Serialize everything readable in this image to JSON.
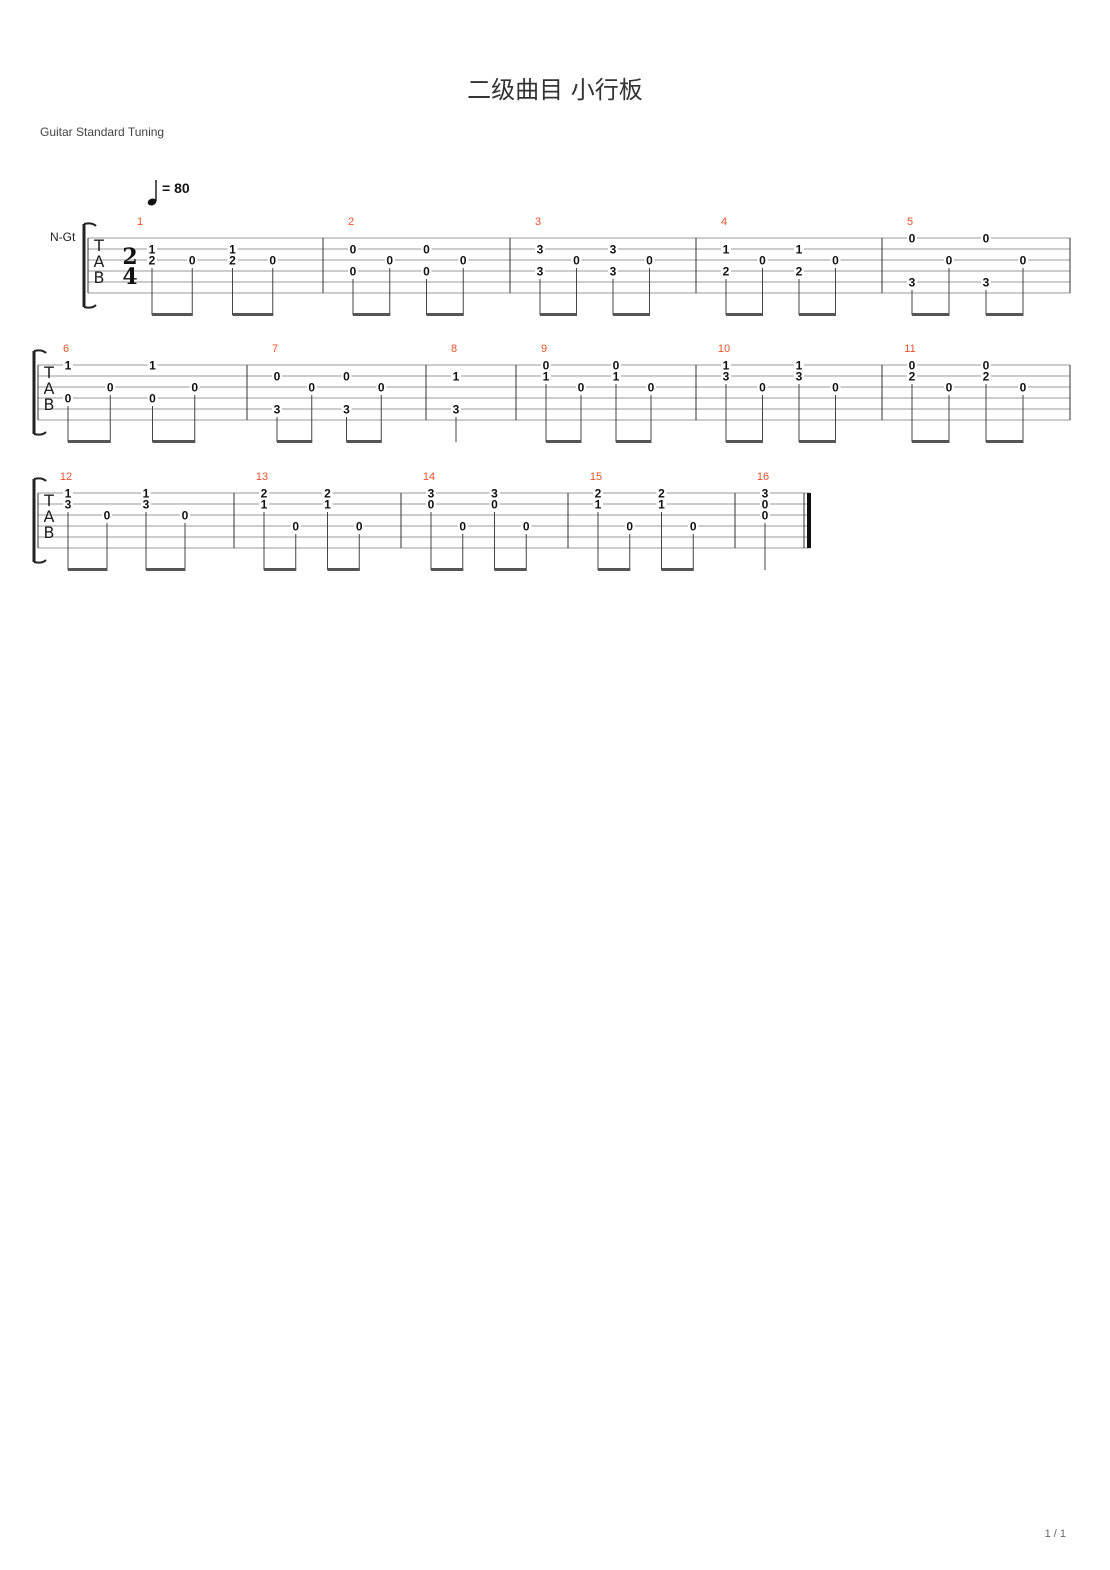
{
  "title": "二级曲目 小行板",
  "subtitle": "Guitar Standard Tuning",
  "page_number": "1 / 1",
  "track_name": "N-Gt",
  "tab_clef": [
    "T",
    "A",
    "B"
  ],
  "time_signature": {
    "top": "2",
    "bottom": "4"
  },
  "tempo": {
    "text": "= 80",
    "bpm": 80
  },
  "colors": {
    "measure_number": "#e8522a",
    "staff_line": "#999999",
    "text": "#111111"
  },
  "measures": [
    {
      "number": "1",
      "beats": [
        {
          "notes": [
            {
              "s": 2,
              "f": "1"
            },
            {
              "s": 3,
              "f": "2"
            }
          ]
        },
        {
          "notes": [
            {
              "s": 3,
              "f": "0"
            }
          ]
        },
        {
          "notes": [
            {
              "s": 2,
              "f": "1"
            },
            {
              "s": 3,
              "f": "2"
            }
          ]
        },
        {
          "notes": [
            {
              "s": 3,
              "f": "0"
            }
          ]
        }
      ]
    },
    {
      "number": "2",
      "beats": [
        {
          "notes": [
            {
              "s": 2,
              "f": "0"
            },
            {
              "s": 4,
              "f": "0"
            }
          ]
        },
        {
          "notes": [
            {
              "s": 3,
              "f": "0"
            }
          ]
        },
        {
          "notes": [
            {
              "s": 2,
              "f": "0"
            },
            {
              "s": 4,
              "f": "0"
            }
          ]
        },
        {
          "notes": [
            {
              "s": 3,
              "f": "0"
            }
          ]
        }
      ]
    },
    {
      "number": "3",
      "beats": [
        {
          "notes": [
            {
              "s": 2,
              "f": "3"
            },
            {
              "s": 4,
              "f": "3"
            }
          ]
        },
        {
          "notes": [
            {
              "s": 3,
              "f": "0"
            }
          ]
        },
        {
          "notes": [
            {
              "s": 2,
              "f": "3"
            },
            {
              "s": 4,
              "f": "3"
            }
          ]
        },
        {
          "notes": [
            {
              "s": 3,
              "f": "0"
            }
          ]
        }
      ]
    },
    {
      "number": "4",
      "beats": [
        {
          "notes": [
            {
              "s": 2,
              "f": "1"
            },
            {
              "s": 4,
              "f": "2"
            }
          ]
        },
        {
          "notes": [
            {
              "s": 3,
              "f": "0"
            }
          ]
        },
        {
          "notes": [
            {
              "s": 2,
              "f": "1"
            },
            {
              "s": 4,
              "f": "2"
            }
          ]
        },
        {
          "notes": [
            {
              "s": 3,
              "f": "0"
            }
          ]
        }
      ]
    },
    {
      "number": "5",
      "beats": [
        {
          "notes": [
            {
              "s": 1,
              "f": "0"
            },
            {
              "s": 5,
              "f": "3"
            }
          ]
        },
        {
          "notes": [
            {
              "s": 3,
              "f": "0"
            }
          ]
        },
        {
          "notes": [
            {
              "s": 1,
              "f": "0"
            },
            {
              "s": 5,
              "f": "3"
            }
          ]
        },
        {
          "notes": [
            {
              "s": 3,
              "f": "0"
            }
          ]
        }
      ]
    },
    {
      "number": "6",
      "beats": [
        {
          "notes": [
            {
              "s": 1,
              "f": "1"
            },
            {
              "s": 4,
              "f": "0"
            }
          ]
        },
        {
          "notes": [
            {
              "s": 3,
              "f": "0"
            }
          ]
        },
        {
          "notes": [
            {
              "s": 1,
              "f": "1"
            },
            {
              "s": 4,
              "f": "0"
            }
          ]
        },
        {
          "notes": [
            {
              "s": 3,
              "f": "0"
            }
          ]
        }
      ]
    },
    {
      "number": "7",
      "beats": [
        {
          "notes": [
            {
              "s": 2,
              "f": "0"
            },
            {
              "s": 5,
              "f": "3"
            }
          ]
        },
        {
          "notes": [
            {
              "s": 3,
              "f": "0"
            }
          ]
        },
        {
          "notes": [
            {
              "s": 2,
              "f": "0"
            },
            {
              "s": 5,
              "f": "3"
            }
          ]
        },
        {
          "notes": [
            {
              "s": 3,
              "f": "0"
            }
          ]
        }
      ]
    },
    {
      "number": "8",
      "beats": [
        {
          "notes": [
            {
              "s": 2,
              "f": "1"
            },
            {
              "s": 5,
              "f": "3"
            }
          ],
          "dur": "quarter"
        }
      ]
    },
    {
      "number": "9",
      "beats": [
        {
          "notes": [
            {
              "s": 1,
              "f": "0"
            },
            {
              "s": 2,
              "f": "1"
            }
          ]
        },
        {
          "notes": [
            {
              "s": 3,
              "f": "0"
            }
          ]
        },
        {
          "notes": [
            {
              "s": 1,
              "f": "0"
            },
            {
              "s": 2,
              "f": "1"
            }
          ]
        },
        {
          "notes": [
            {
              "s": 3,
              "f": "0"
            }
          ]
        }
      ]
    },
    {
      "number": "10",
      "beats": [
        {
          "notes": [
            {
              "s": 1,
              "f": "1"
            },
            {
              "s": 2,
              "f": "3"
            }
          ]
        },
        {
          "notes": [
            {
              "s": 3,
              "f": "0"
            }
          ]
        },
        {
          "notes": [
            {
              "s": 1,
              "f": "1"
            },
            {
              "s": 2,
              "f": "3"
            }
          ]
        },
        {
          "notes": [
            {
              "s": 3,
              "f": "0"
            }
          ]
        }
      ]
    },
    {
      "number": "11",
      "beats": [
        {
          "notes": [
            {
              "s": 1,
              "f": "0"
            },
            {
              "s": 2,
              "f": "2"
            }
          ]
        },
        {
          "notes": [
            {
              "s": 3,
              "f": "0"
            }
          ]
        },
        {
          "notes": [
            {
              "s": 1,
              "f": "0"
            },
            {
              "s": 2,
              "f": "2"
            }
          ]
        },
        {
          "notes": [
            {
              "s": 3,
              "f": "0"
            }
          ]
        }
      ]
    },
    {
      "number": "12",
      "beats": [
        {
          "notes": [
            {
              "s": 1,
              "f": "1"
            },
            {
              "s": 2,
              "f": "3"
            }
          ]
        },
        {
          "notes": [
            {
              "s": 3,
              "f": "0"
            }
          ]
        },
        {
          "notes": [
            {
              "s": 1,
              "f": "1"
            },
            {
              "s": 2,
              "f": "3"
            }
          ]
        },
        {
          "notes": [
            {
              "s": 3,
              "f": "0"
            }
          ]
        }
      ]
    },
    {
      "number": "13",
      "beats": [
        {
          "notes": [
            {
              "s": 1,
              "f": "2"
            },
            {
              "s": 2,
              "f": "1"
            }
          ]
        },
        {
          "notes": [
            {
              "s": 4,
              "f": "0"
            }
          ]
        },
        {
          "notes": [
            {
              "s": 1,
              "f": "2"
            },
            {
              "s": 2,
              "f": "1"
            }
          ]
        },
        {
          "notes": [
            {
              "s": 4,
              "f": "0"
            }
          ]
        }
      ]
    },
    {
      "number": "14",
      "beats": [
        {
          "notes": [
            {
              "s": 1,
              "f": "3"
            },
            {
              "s": 2,
              "f": "0"
            }
          ]
        },
        {
          "notes": [
            {
              "s": 4,
              "f": "0"
            }
          ]
        },
        {
          "notes": [
            {
              "s": 1,
              "f": "3"
            },
            {
              "s": 2,
              "f": "0"
            }
          ]
        },
        {
          "notes": [
            {
              "s": 4,
              "f": "0"
            }
          ]
        }
      ]
    },
    {
      "number": "15",
      "beats": [
        {
          "notes": [
            {
              "s": 1,
              "f": "2"
            },
            {
              "s": 2,
              "f": "1"
            }
          ]
        },
        {
          "notes": [
            {
              "s": 4,
              "f": "0"
            }
          ]
        },
        {
          "notes": [
            {
              "s": 1,
              "f": "2"
            },
            {
              "s": 2,
              "f": "1"
            }
          ]
        },
        {
          "notes": [
            {
              "s": 4,
              "f": "0"
            }
          ]
        }
      ]
    },
    {
      "number": "16",
      "beats": [
        {
          "notes": [
            {
              "s": 1,
              "f": "3"
            },
            {
              "s": 2,
              "f": "0"
            },
            {
              "s": 3,
              "f": "0"
            }
          ],
          "dur": "quarter"
        }
      ]
    }
  ]
}
